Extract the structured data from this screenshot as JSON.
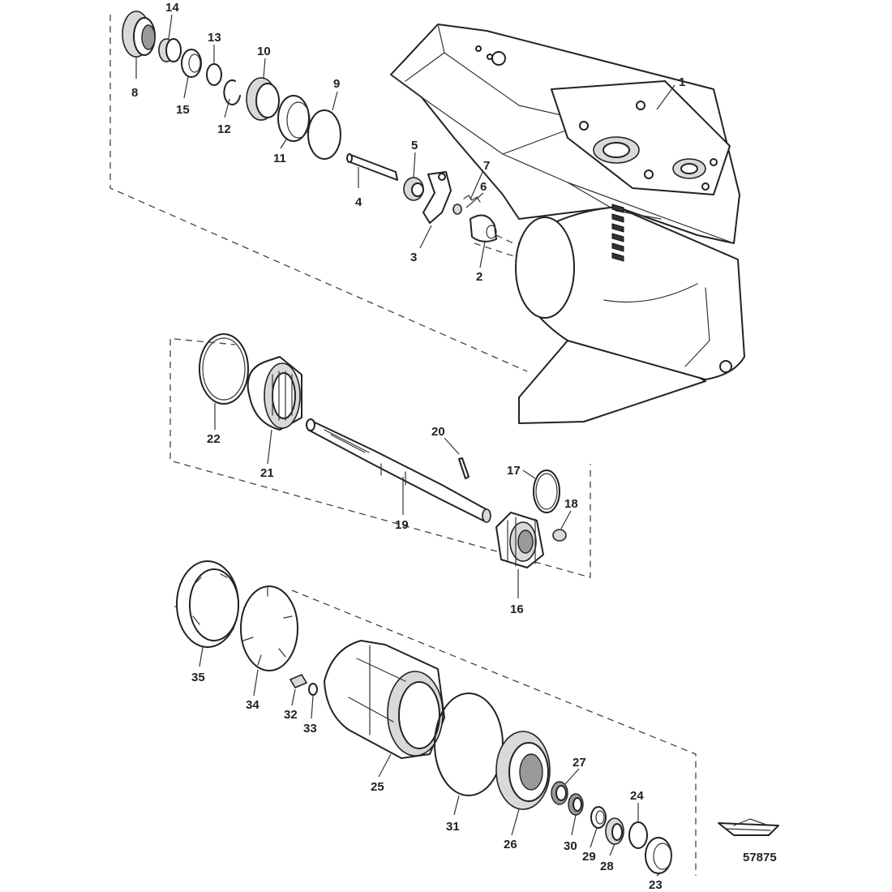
{
  "diagram": {
    "reference_number": "57875",
    "callouts": [
      "1",
      "2",
      "3",
      "4",
      "5",
      "6",
      "7",
      "8",
      "9",
      "10",
      "11",
      "12",
      "13",
      "14",
      "15",
      "16",
      "17",
      "18",
      "19",
      "20",
      "21",
      "22",
      "23",
      "24",
      "25",
      "26",
      "27",
      "28",
      "29",
      "30",
      "31",
      "32",
      "33",
      "34",
      "35"
    ],
    "parts": {
      "gearcase_housing": "1",
      "bearing_carrier_upper": "8",
      "shift_shaft": "4",
      "propeller_shaft": "19",
      "sliding_clutch": "16",
      "forward_gear": "21",
      "bearing_carrier": "25",
      "retainer_ring": "35",
      "tab_washer": "34",
      "large_o_ring": "31",
      "needle_bearing": "26"
    }
  }
}
